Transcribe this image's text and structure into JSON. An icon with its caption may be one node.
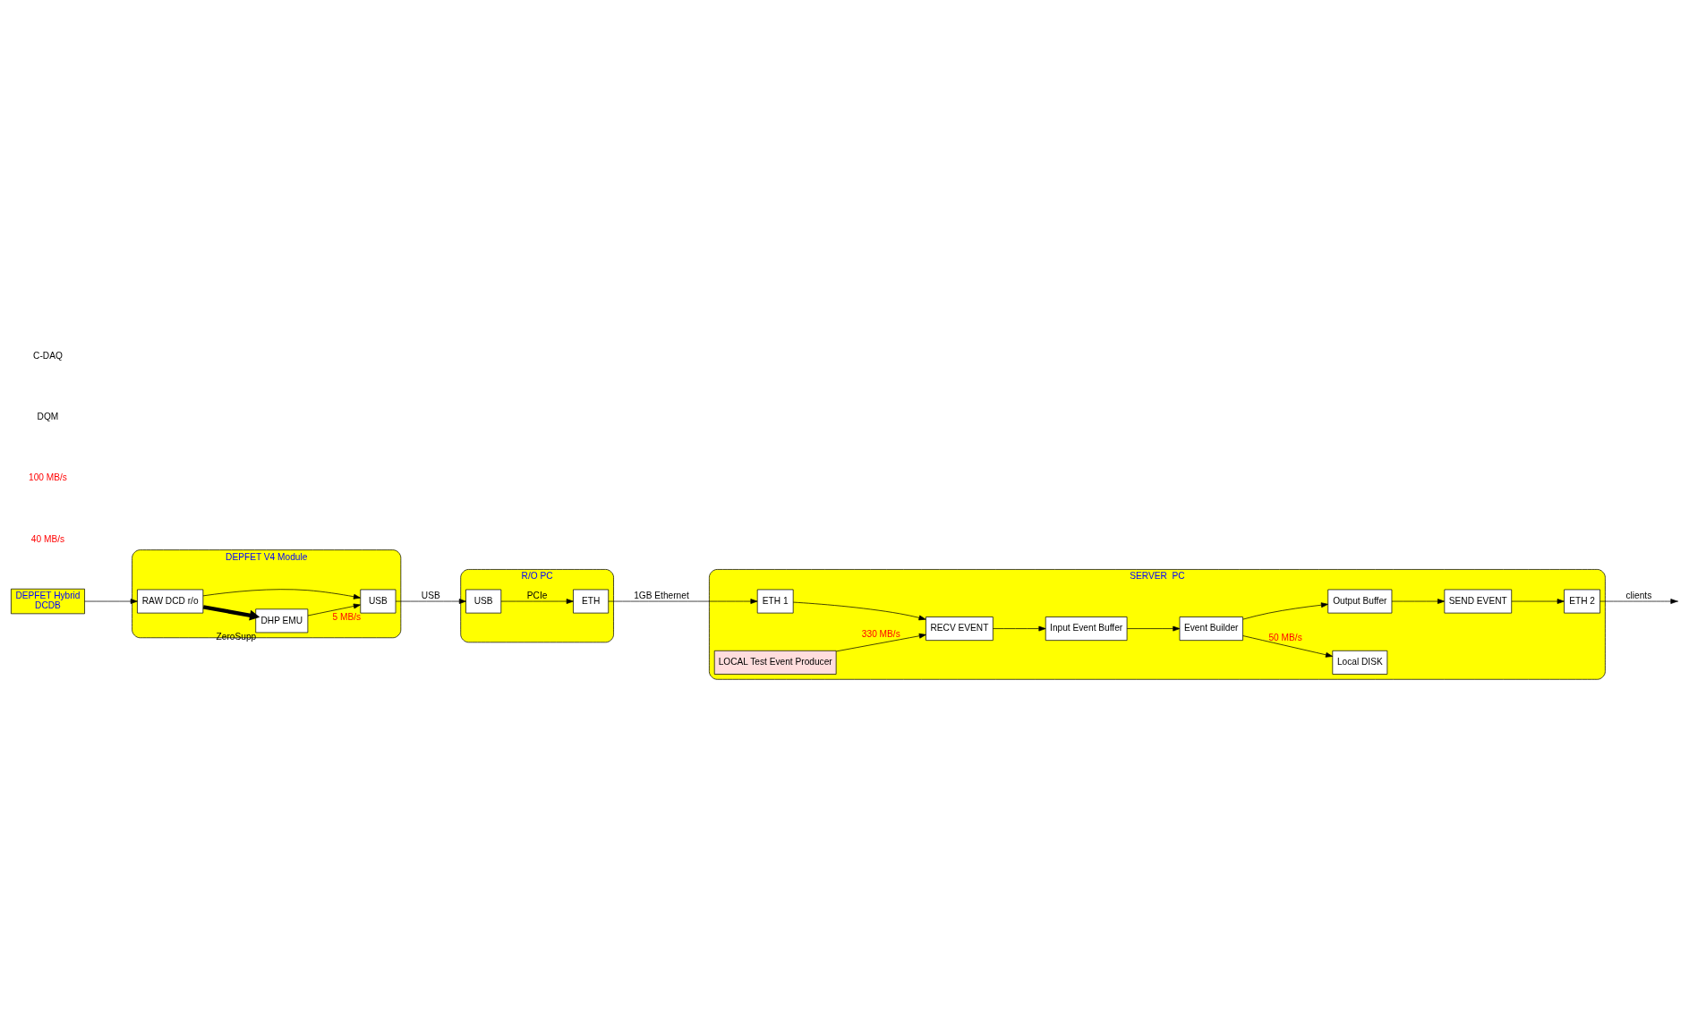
{
  "diagram": {
    "nodes": [
      {
        "text": [
          "DEPFET Hybrid",
          "DCDB"
        ]
      },
      {
        "text": [
          "DEPFET V4 Module"
        ]
      },
      {
        "text": [
          "RAW DCD r/o"
        ],
        "in": 1
      },
      {
        "text": [
          "DHP EMU"
        ],
        "in": 1,
        "beside": [
          "ZeroSupp"
        ]
      },
      {
        "text": [
          "USB"
        ],
        "in": 1,
        "beside": [
          "5 MB/s"
        ]
      },
      {
        "text": [
          "R/O PC"
        ]
      },
      {
        "text": [
          "USB"
        ],
        "in": 5
      },
      {
        "text": [
          "ETH"
        ],
        "in": 5
      },
      {
        "text": [
          "SERVER  PC"
        ]
      },
      {
        "text": [
          "ETH 1"
        ],
        "in": 8
      },
      {
        "text": [
          "RECV EVENT"
        ],
        "in": 8
      },
      {
        "text": [
          "Input Event Buffer"
        ],
        "in": 8
      },
      {
        "text": [
          "Event Builder"
        ],
        "in": 8
      },
      {
        "text": [
          "LOCAL Test Event Producer"
        ],
        "in": 8
      },
      {
        "text": [
          "Local DISK"
        ],
        "in": 8
      },
      {
        "text": [
          "Output Buffer"
        ],
        "in": 8
      },
      {
        "text": [
          "SEND EVENT"
        ],
        "in": 8
      },
      {
        "text": [
          "ETH 2"
        ],
        "in": 8
      }
    ],
    "edges": [
      {
        "from": 0,
        "to": 2,
        "arrow": "to"
      },
      {
        "from": 2,
        "to": 4,
        "arrow": "to"
      },
      {
        "from": 2,
        "to": 3,
        "arrow": "to",
        "style": "thick"
      },
      {
        "from": 3,
        "to": 4,
        "arrow": "to"
      },
      {
        "from": 4,
        "to": 6,
        "arrow": "to",
        "label": "USB"
      },
      {
        "from": 6,
        "to": 7,
        "arrow": "to",
        "label": "PCIe"
      },
      {
        "from": 7,
        "to": 9,
        "arrow": "to",
        "label": "1GB Ethernet"
      },
      {
        "from": 9,
        "to": 10,
        "arrow": "to"
      },
      {
        "from": 13,
        "to": 10,
        "arrow": "to",
        "label": "330 MB/s"
      },
      {
        "from": 10,
        "to": 11,
        "arrow": "to"
      },
      {
        "from": 11,
        "to": 12,
        "arrow": "to"
      },
      {
        "from": 12,
        "to": 14,
        "arrow": "to",
        "label": "50 MB/s"
      },
      {
        "from": 12,
        "to": 15,
        "arrow": "to"
      },
      {
        "from": 15,
        "to": 16,
        "arrow": "to"
      },
      {
        "from": 16,
        "to": 17,
        "arrow": "to"
      },
      {
        "from": 17,
        "to": null,
        "arrow": "to",
        "label": "clients"
      }
    ],
    "labels": [
      "40 MB/s",
      "100 MB/s",
      "DQM",
      "C-DAQ"
    ]
  }
}
